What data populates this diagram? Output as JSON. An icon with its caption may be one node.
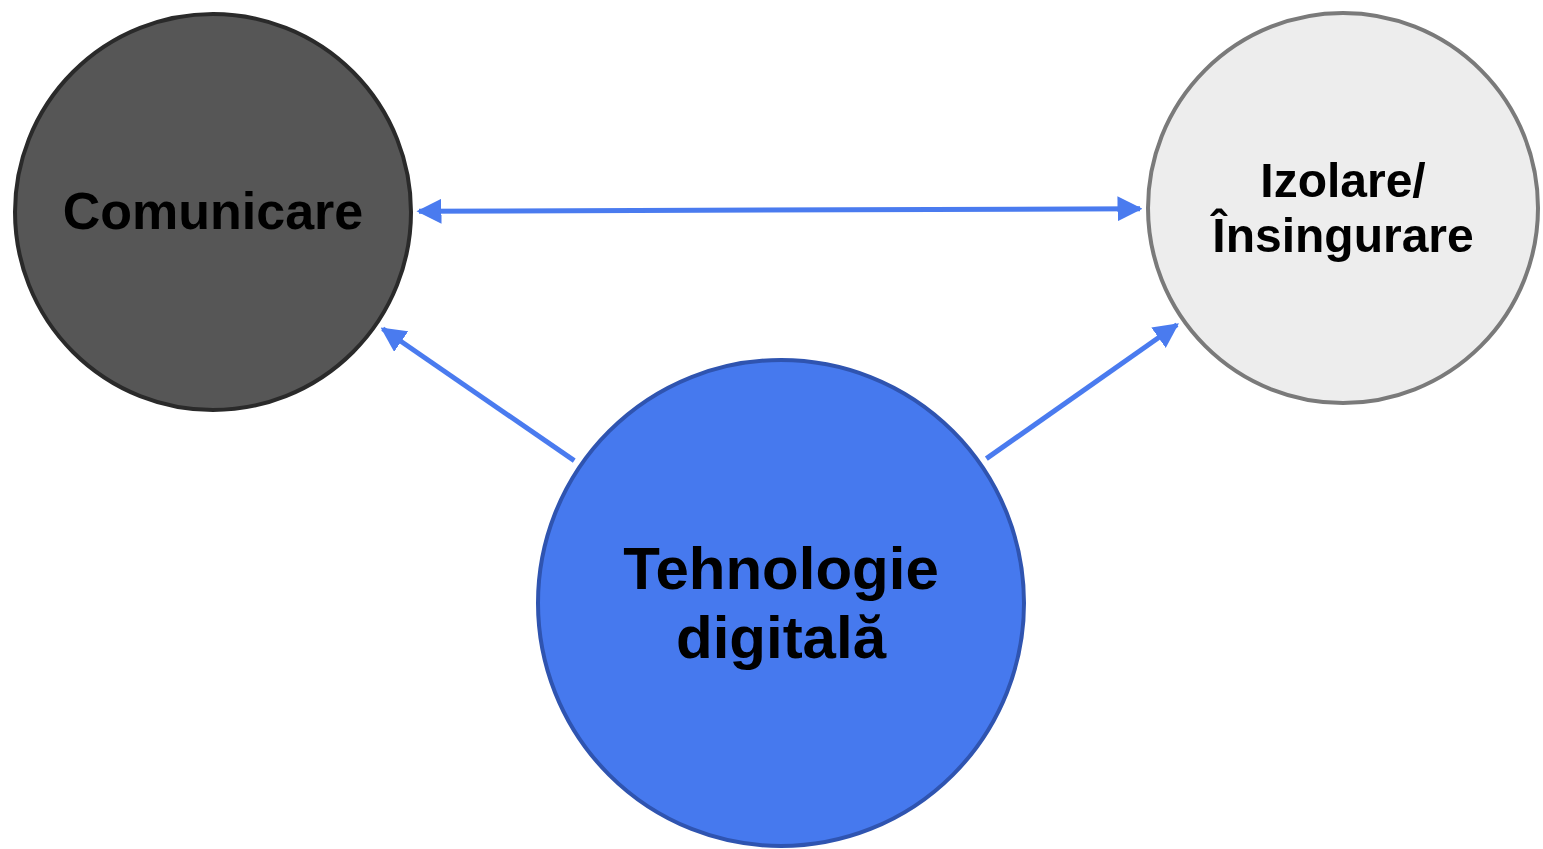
{
  "diagram": {
    "nodes": [
      {
        "text": [
          "Comunicare"
        ]
      },
      {
        "text": [
          "Izolare/ Însingurare"
        ]
      },
      {
        "text": [
          "Tehnologie digitală"
        ]
      }
    ],
    "edges": [
      {
        "from": 0,
        "to": 1,
        "arrow": "both"
      },
      {
        "from": 2,
        "to": 0,
        "arrow": "to"
      },
      {
        "from": 2,
        "to": 1,
        "arrow": "to"
      }
    ]
  }
}
